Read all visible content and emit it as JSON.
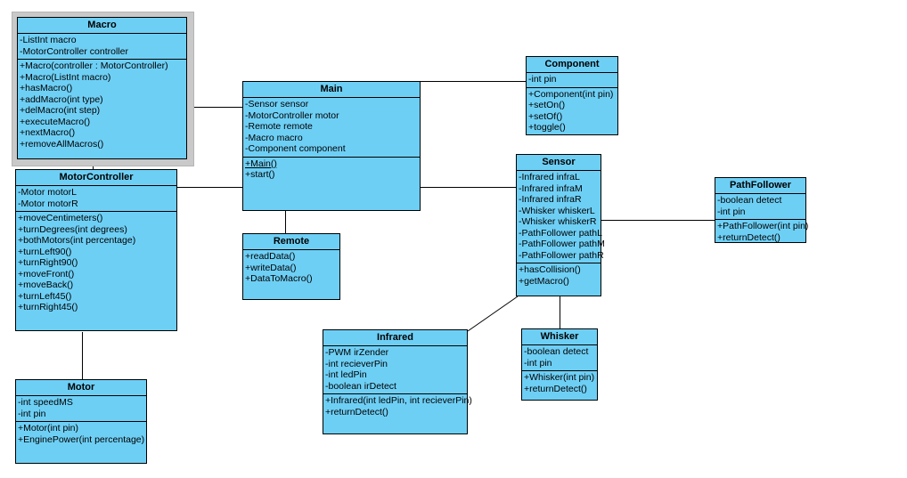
{
  "diagram": {
    "title": "UML Class Diagram",
    "background_color": "#ffffff",
    "class_fill_color": "#6ecff5",
    "class_border_color": "#000000",
    "selection_color": "#c9c9c9",
    "line_color": "#000000"
  },
  "classes": [
    {
      "id": "macro",
      "name": "Macro",
      "selected": true,
      "attributes": [
        "-ListInt macro",
        "-MotorController controller"
      ],
      "methods": [
        "+Macro(controller : MotorController)",
        "+Macro(ListInt macro)",
        "+hasMacro()",
        "+addMacro(int type)",
        "+delMacro(int step)",
        "+executeMacro()",
        "+nextMacro()",
        "+removeAllMacros()"
      ]
    },
    {
      "id": "motorcontroller",
      "name": "MotorController",
      "selected": false,
      "attributes": [
        "-Motor motorL",
        "-Motor motorR"
      ],
      "methods": [
        "+moveCentimeters()",
        "+turnDegrees(int degrees)",
        "+bothMotors(int percentage)",
        "+turnLeft90()",
        "+turnRight90()",
        "+moveFront()",
        "+moveBack()",
        "+turnLeft45()",
        "+turnRight45()"
      ]
    },
    {
      "id": "motor",
      "name": "Motor",
      "selected": false,
      "attributes": [
        "-int speedMS",
        "-int pin"
      ],
      "methods": [
        "+Motor(int pin)",
        "+EnginePower(int percentage)"
      ]
    },
    {
      "id": "main",
      "name": "Main",
      "selected": false,
      "attributes": [
        "-Sensor sensor",
        "-MotorController motor",
        "-Remote remote",
        "-Macro macro",
        "-Component component"
      ],
      "methods": [
        "+Main()",
        "+start()"
      ],
      "static_methods": [
        "+Main()"
      ]
    },
    {
      "id": "remote",
      "name": "Remote",
      "selected": false,
      "attributes": [],
      "methods": [
        "+readData()",
        "+writeData()",
        "+DataToMacro()"
      ]
    },
    {
      "id": "component",
      "name": "Component",
      "selected": false,
      "attributes": [
        "-int pin"
      ],
      "methods": [
        "+Component(int pin)",
        "+setOn()",
        "+setOf()",
        "+toggle()"
      ]
    },
    {
      "id": "sensor",
      "name": "Sensor",
      "selected": false,
      "attributes": [
        "-Infrared infraL",
        "-Infrared infraM",
        "-Infrared infraR",
        "-Whisker whiskerL",
        "-Whisker whiskerR",
        "-PathFollower pathL",
        "-PathFollower pathM",
        "-PathFollower pathR"
      ],
      "methods": [
        "+hasCollision()",
        "+getMacro()"
      ]
    },
    {
      "id": "pathfollower",
      "name": "PathFollower",
      "selected": false,
      "attributes": [
        "-boolean detect",
        "-int pin"
      ],
      "methods": [
        "+PathFollower(int pin)",
        "+returnDetect()"
      ]
    },
    {
      "id": "infrared",
      "name": "Infrared",
      "selected": false,
      "attributes": [
        "-PWM irZender",
        "-int recieverPin",
        "-int ledPin",
        "-boolean irDetect"
      ],
      "methods": [
        "+Infrared(int ledPin, int recieverPin)",
        "+returnDetect()"
      ]
    },
    {
      "id": "whisker",
      "name": "Whisker",
      "selected": false,
      "attributes": [
        "-boolean detect",
        "-int pin"
      ],
      "methods": [
        "+Whisker(int pin)",
        "+returnDetect()"
      ]
    }
  ],
  "associations": [
    {
      "from": "macro",
      "to": "main",
      "kind": "horizontal"
    },
    {
      "from": "macro",
      "to": "motorcontroller",
      "kind": "vertical"
    },
    {
      "from": "motorcontroller",
      "to": "main",
      "kind": "horizontal"
    },
    {
      "from": "motorcontroller",
      "to": "motor",
      "kind": "vertical"
    },
    {
      "from": "main",
      "to": "component",
      "kind": "horizontal"
    },
    {
      "from": "main",
      "to": "sensor",
      "kind": "horizontal"
    },
    {
      "from": "main",
      "to": "remote",
      "kind": "vertical"
    },
    {
      "from": "sensor",
      "to": "pathfollower",
      "kind": "horizontal"
    },
    {
      "from": "sensor",
      "to": "whisker",
      "kind": "vertical"
    },
    {
      "from": "sensor",
      "to": "infrared",
      "kind": "diagonal"
    }
  ]
}
